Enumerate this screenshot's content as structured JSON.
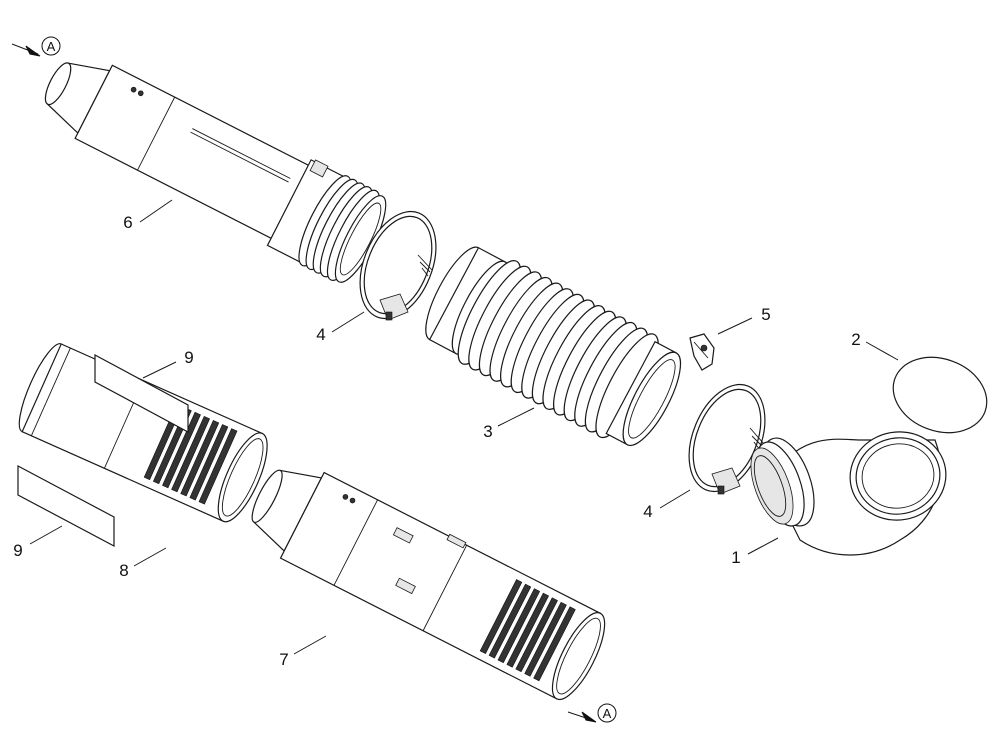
{
  "diagram": {
    "callouts": [
      "1",
      "2",
      "3",
      "4",
      "4",
      "5",
      "6",
      "7",
      "8",
      "9",
      "9"
    ],
    "connector_marker": "A"
  }
}
